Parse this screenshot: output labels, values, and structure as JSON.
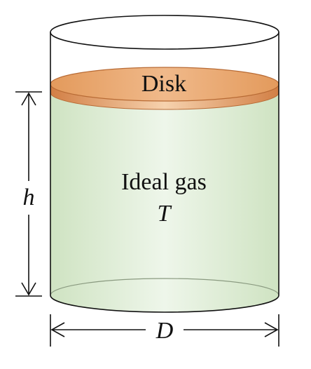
{
  "labels": {
    "disk": "Disk",
    "gas": "Ideal gas",
    "temperature": "T",
    "height": "h",
    "diameter": "D"
  },
  "colors": {
    "outline": "#111111",
    "gas_fill": "#dcebd1",
    "gas_highlight": "#eef6ea",
    "disk_top": "#e9a56b",
    "disk_edge": "#c9763e",
    "disk_rim": "#f2c79c"
  }
}
